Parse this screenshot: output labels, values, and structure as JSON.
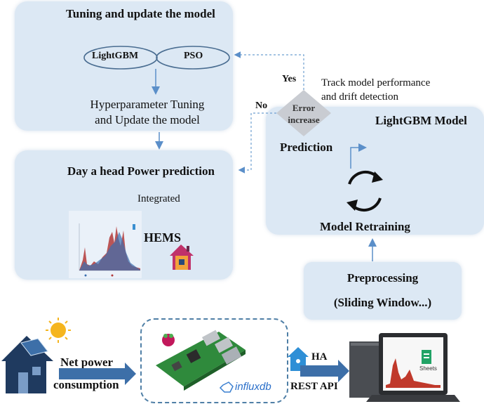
{
  "tuning": {
    "title": "Tuning and update the model",
    "lightgbm": "LightGBM",
    "pso": "PSO",
    "hp_line1": "Hyperparameter Tuning",
    "hp_line2": "and Update the model"
  },
  "decision": {
    "line1": "Error",
    "line2": "increase",
    "yes": "Yes",
    "no": "No",
    "track_line1": "Track model performance",
    "track_line2": "and drift detection"
  },
  "day_ahead": {
    "title": "Day a head Power prediction",
    "integrated": "Integrated",
    "hems": "HEMS"
  },
  "lightgbm_model": {
    "title": "LightGBM Model",
    "prediction": "Prediction",
    "retraining": "Model Retraining"
  },
  "preprocessing": {
    "line1": "Preprocessing",
    "line2": "(Sliding Window...)"
  },
  "bottom": {
    "net_line1": "Net power",
    "net_line2": "consumption",
    "influx": "influxdb",
    "ha": "HA",
    "rest_api": "REST API",
    "sheets": "Sheets"
  },
  "colors": {
    "panel": "#dce8f4",
    "arrow": "#5b8fc9",
    "dashed_link": "#6e9fd0",
    "decision": "#c9ccd2",
    "chart_red": "#b33a3a",
    "chart_blue": "#3a6fb0"
  }
}
